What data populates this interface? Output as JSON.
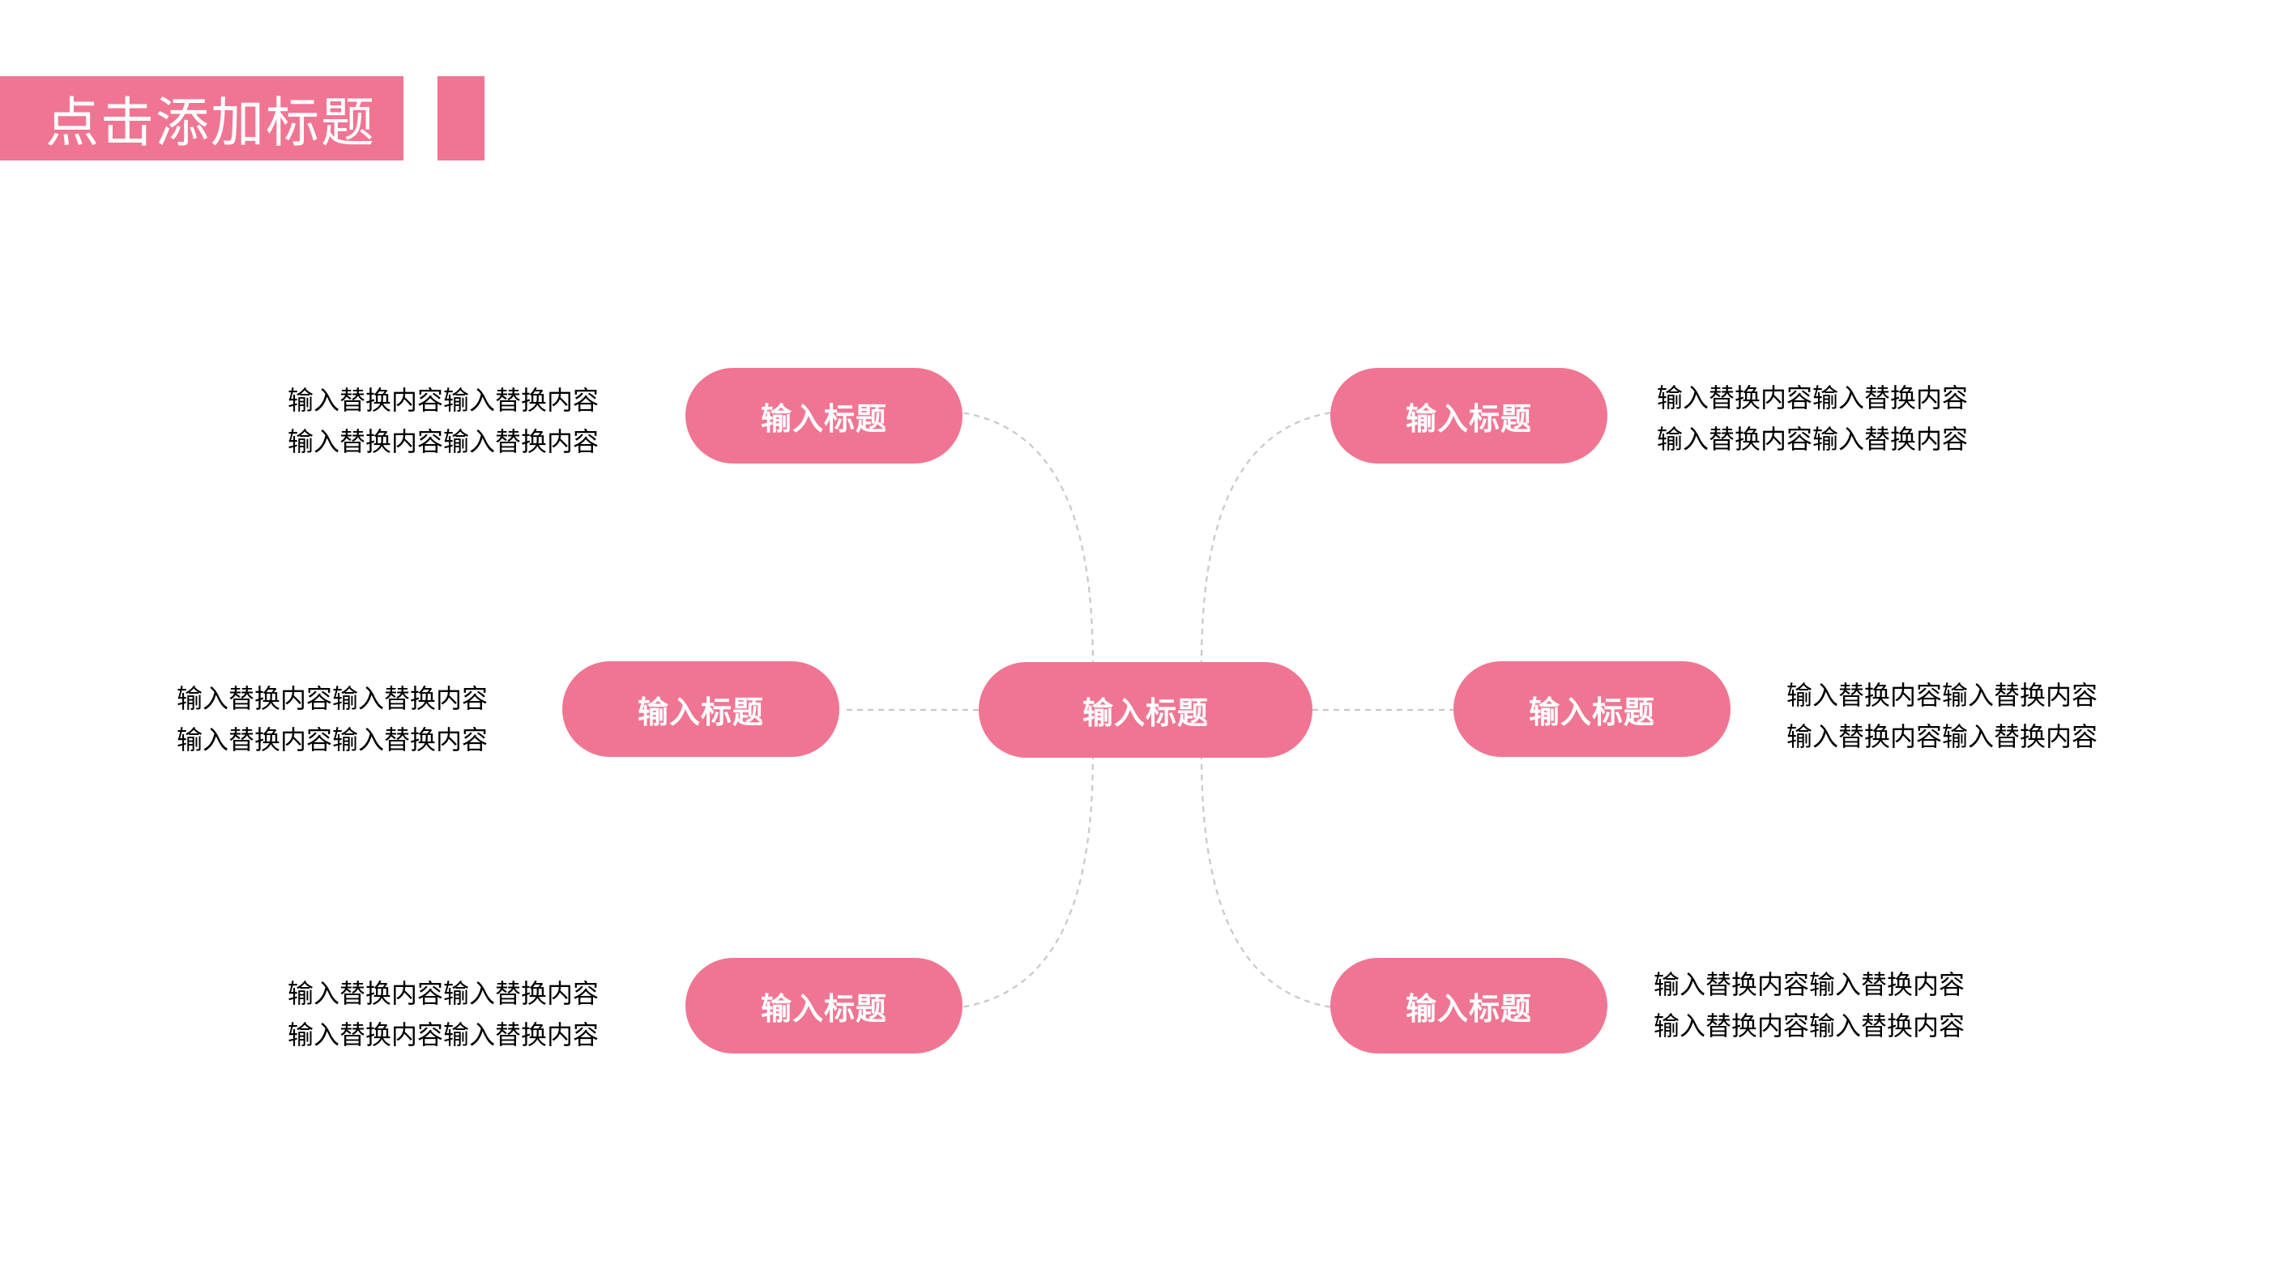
{
  "title": "点击添加标题",
  "colors": {
    "accent": "#f07592",
    "connector": "#c8c8c8",
    "text": "#000000"
  },
  "center": {
    "label": "输入标题"
  },
  "branches": [
    {
      "label": "输入标题",
      "desc": [
        "输入替换内容输入替换内容",
        "输入替换内容输入替换内容"
      ]
    },
    {
      "label": "输入标题",
      "desc": [
        "输入替换内容输入替换内容",
        "输入替换内容输入替换内容"
      ]
    },
    {
      "label": "输入标题",
      "desc": [
        "输入替换内容输入替换内容",
        "输入替换内容输入替换内容"
      ]
    },
    {
      "label": "输入标题",
      "desc": [
        "输入替换内容输入替换内容",
        "输入替换内容输入替换内容"
      ]
    },
    {
      "label": "输入标题",
      "desc": [
        "输入替换内容输入替换内容",
        "输入替换内容输入替换内容"
      ]
    },
    {
      "label": "输入标题",
      "desc": [
        "输入替换内容输入替换内容",
        "输入替换内容输入替换内容"
      ]
    }
  ]
}
